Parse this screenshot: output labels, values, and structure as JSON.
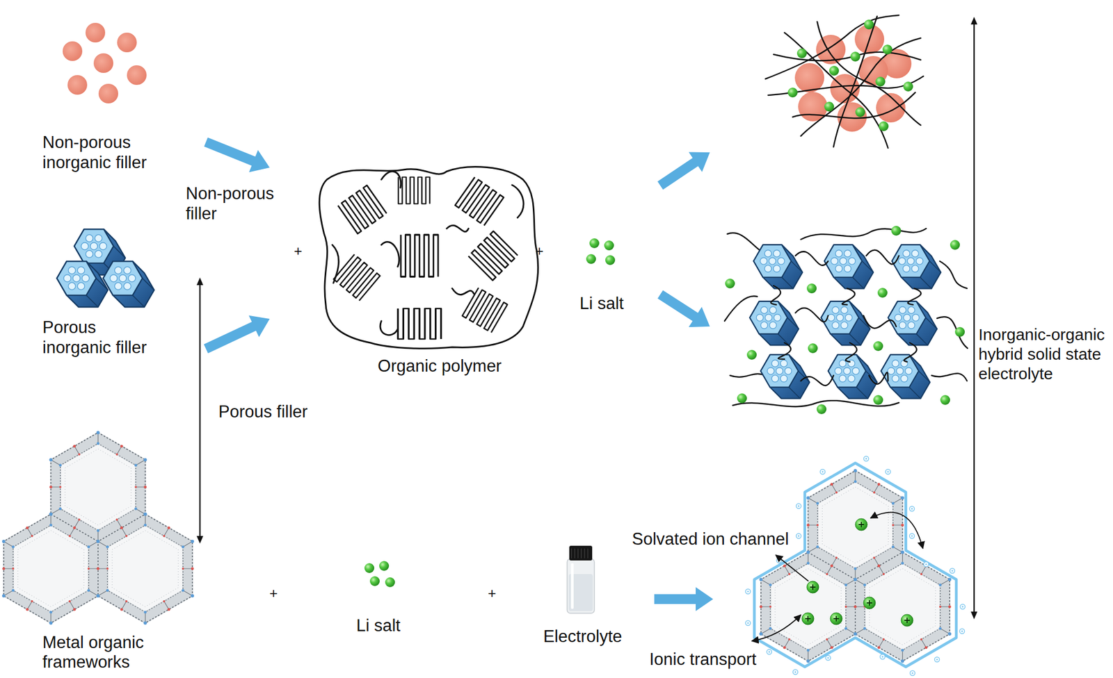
{
  "diagram": {
    "nodes": [
      {
        "text": [
          "Non-porous inorganic filler"
        ]
      },
      {
        "text": [
          "Porous inorganic filler"
        ]
      },
      {
        "text": [
          "Organic polymer"
        ]
      },
      {
        "text": [
          "Li salt"
        ]
      },
      {
        "text": [
          "Metal organic frameworks"
        ]
      },
      {
        "text": [
          "Li salt"
        ]
      },
      {
        "text": [
          "Electrolyte"
        ]
      }
    ],
    "edges": [
      {
        "from": 0,
        "to": 2,
        "label": "Non-porous filler",
        "arrow": "to"
      },
      {
        "from": 1,
        "to": 2,
        "arrow": "to"
      }
    ],
    "labels": [
      "+",
      "+",
      "Inorganic-organic hybrid solid state electrolyte",
      "Porous filler",
      "Solvated ion channel",
      "+",
      "+",
      "Ionic transport"
    ]
  }
}
